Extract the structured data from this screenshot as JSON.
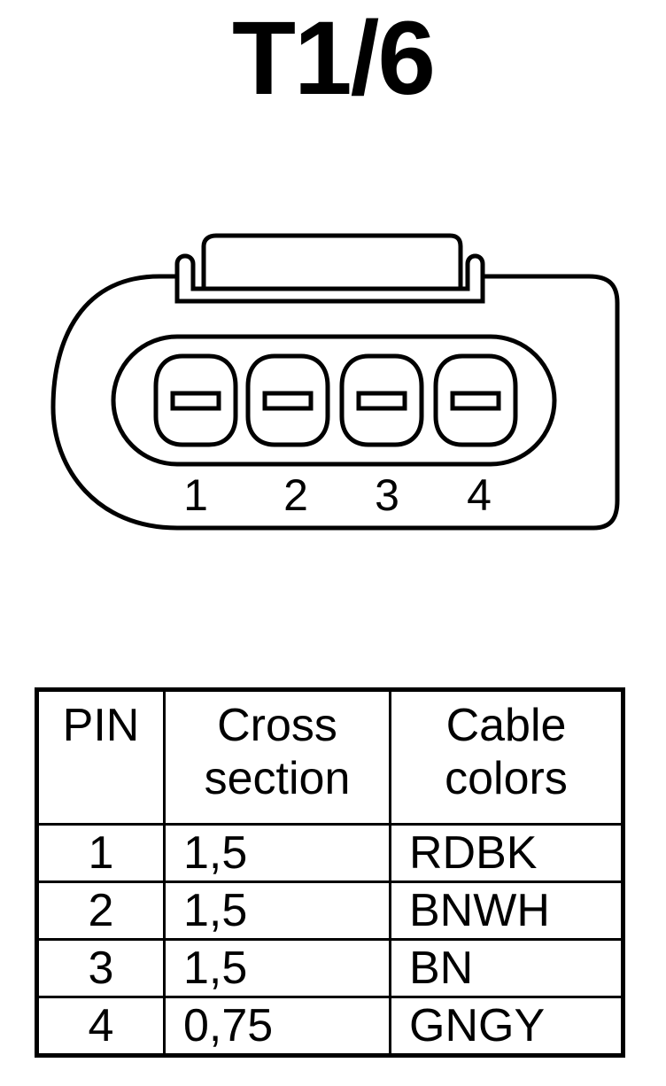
{
  "title": "T1/6",
  "connector": {
    "pin_labels": [
      "1",
      "2",
      "3",
      "4"
    ]
  },
  "table": {
    "headers": {
      "pin": "PIN",
      "cross_section": [
        "Cross",
        "section"
      ],
      "cable_colors": [
        "Cable",
        "colors"
      ]
    },
    "rows": [
      {
        "pin": "1",
        "cross_section": "1,5",
        "color": "RDBK"
      },
      {
        "pin": "2",
        "cross_section": "1,5",
        "color": "BNWH"
      },
      {
        "pin": "3",
        "cross_section": "1,5",
        "color": "BN"
      },
      {
        "pin": "4",
        "cross_section": "0,75",
        "color": "GNGY"
      }
    ]
  }
}
